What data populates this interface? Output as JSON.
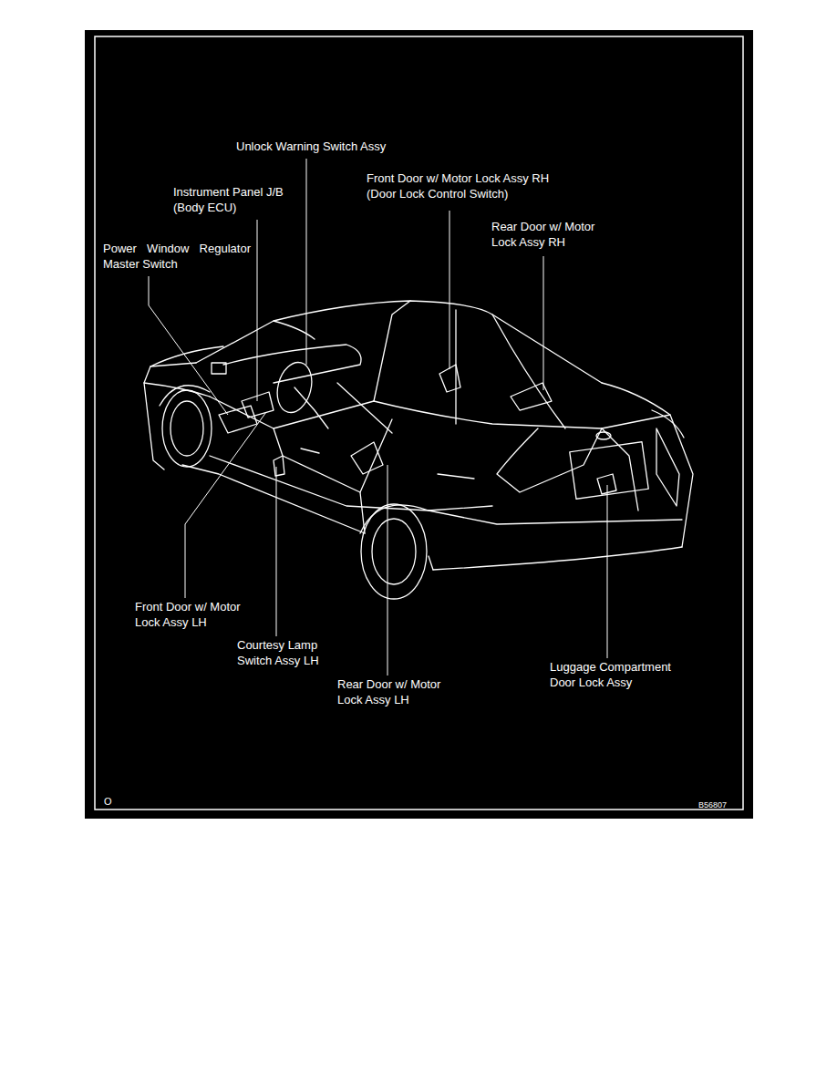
{
  "diagram": {
    "labels": [
      "Unlock Warning Switch Assy",
      "Instrument Panel J/B (Body ECU)",
      "Front Door w/ Motor Lock Assy RH (Door Lock Control Switch)",
      "Rear Door w/ Motor Lock Assy RH",
      "Power Window Regulator Master Switch",
      "Front Door w/ Motor Lock Assy LH",
      "Courtesy Lamp Switch Assy LH",
      "Rear Door w/ Motor Lock Assy LH",
      "Luggage Compartment Door Lock Assy",
      "O",
      "B56807"
    ]
  }
}
